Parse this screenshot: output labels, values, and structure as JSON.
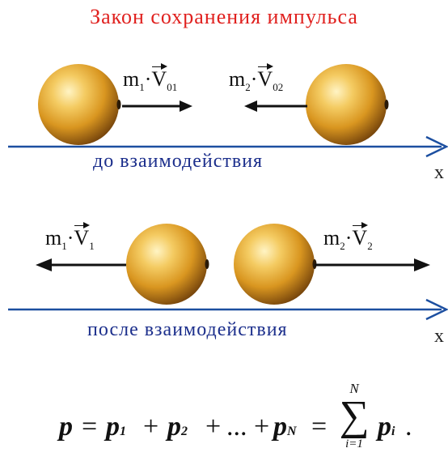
{
  "title": "Закон сохранения импульса",
  "stage_before": "до взаимодействия",
  "stage_after": "после взаимодействия",
  "axis_label": "x",
  "before": {
    "ball1": {
      "mass": "m",
      "mass_index": "1",
      "velocity": "V",
      "velocity_index": "01"
    },
    "ball2": {
      "mass": "m",
      "mass_index": "2",
      "velocity": "V",
      "velocity_index": "02"
    }
  },
  "after": {
    "ball1": {
      "mass": "m",
      "mass_index": "1",
      "velocity": "V",
      "velocity_index": "1"
    },
    "ball2": {
      "mass": "m",
      "mass_index": "2",
      "velocity": "V",
      "velocity_index": "2"
    }
  },
  "formula": {
    "p": "p",
    "eq": "=",
    "plus": "+",
    "dots": "...",
    "idx1": "1",
    "idx2": "2",
    "idxN": "N",
    "sum_symbol": "∑",
    "sum_upper": "N",
    "sum_lower": "i=1",
    "term_index": "i",
    "end": "."
  },
  "colors": {
    "title": "#e0201e",
    "axis": "#1c4fa0",
    "stage_label": "#1c2f8c",
    "ball_light": "#fff4c4",
    "ball_mid": "#e6a72b",
    "ball_dark": "#6e3e0a"
  }
}
